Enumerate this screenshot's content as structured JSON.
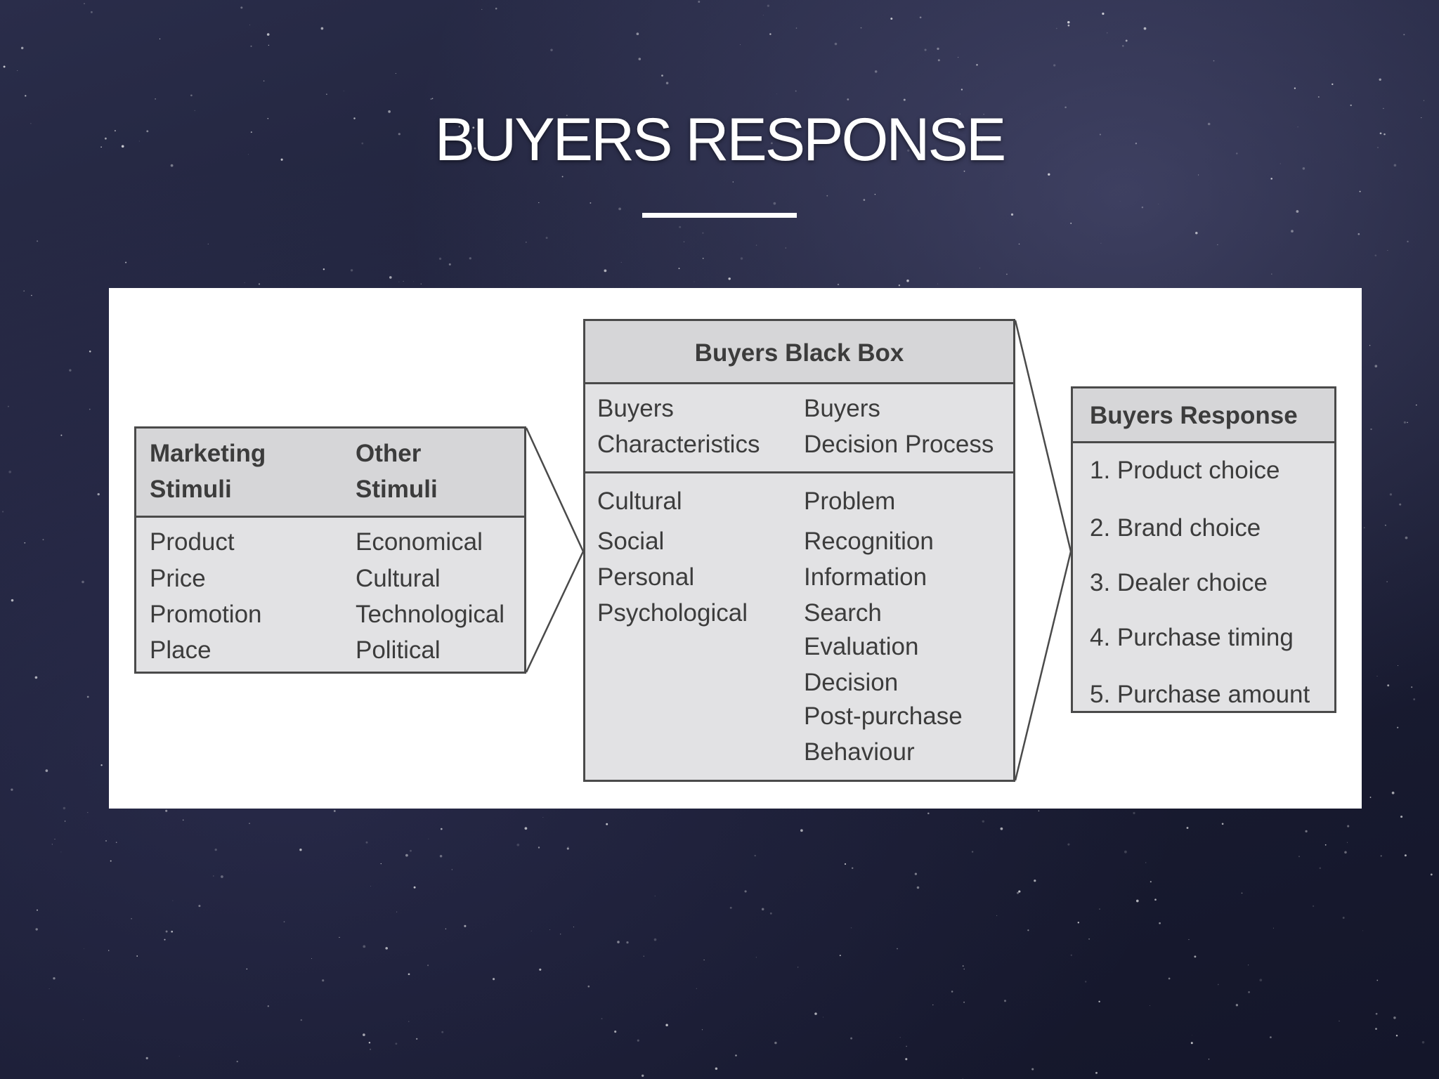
{
  "slide": {
    "title": "BUYERS RESPONSE"
  },
  "diagram": {
    "stimuli": {
      "header_col1_line1": "Marketing",
      "header_col1_line2": "Stimuli",
      "header_col2_line1": "Other",
      "header_col2_line2": "Stimuli",
      "marketing": [
        "Product",
        "Price",
        "Promotion",
        "Place"
      ],
      "other": [
        "Economical",
        "Cultural",
        "Technological",
        "Political"
      ]
    },
    "black_box": {
      "title": "Buyers Black Box",
      "sub_col1_line1": "Buyers",
      "sub_col1_line2": "Characteristics",
      "sub_col2_line1": "Buyers",
      "sub_col2_line2": "Decision Process",
      "characteristics": [
        "Cultural",
        "Social",
        "Personal",
        "Psychological"
      ],
      "process": [
        "Problem",
        "Recognition",
        "Information",
        "Search",
        "Evaluation",
        "Decision",
        "Post-purchase",
        "Behaviour"
      ]
    },
    "response": {
      "title": "Buyers Response",
      "items": [
        "1. Product choice",
        "2. Brand choice",
        "3. Dealer choice",
        "4. Purchase timing",
        "5. Purchase amount"
      ]
    }
  },
  "colors": {
    "background": "#1c1f36",
    "box_fill": "#e2e2e4",
    "header_fill": "#d6d6d8",
    "border": "#4a4a4a",
    "text": "#3c3c3c"
  }
}
